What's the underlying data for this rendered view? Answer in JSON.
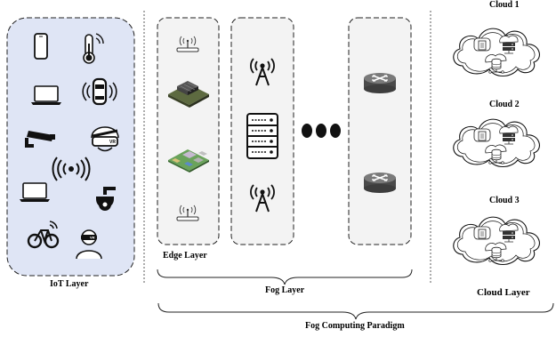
{
  "layers": {
    "iot": "IoT Layer",
    "edge": "Edge Layer",
    "fog": "Fog Layer",
    "cloud": "Cloud Layer"
  },
  "paradigm": "Fog Computing Paradigm",
  "clouds": [
    "Cloud 1",
    "Cloud 2",
    "Cloud 3"
  ],
  "colors": {
    "iot_fill": "#dfe5f5",
    "panel_fill": "#f3f3f3",
    "dash": "#222222",
    "router": "#555555"
  },
  "icons": {
    "iot": [
      "phone-icon",
      "thermometer-wifi-icon",
      "laptop-icon",
      "connected-car-icon",
      "cctv-camera-icon",
      "vr-headset-icon",
      "wireless-signal-icon",
      "laptop-icon",
      "dome-camera-icon",
      "bicycle-wifi-icon",
      "vr-person-icon"
    ],
    "edge": [
      "access-point-icon",
      "jetson-board-icon",
      "raspberry-pi-icon",
      "access-point-icon"
    ],
    "fog": [
      "antenna-tower-icon",
      "server-rack-icon",
      "antenna-tower-icon",
      "ellipsis-icon",
      "router-icon",
      "router-icon"
    ],
    "cloud": [
      "document-icon",
      "server-icon",
      "database-icon"
    ]
  }
}
